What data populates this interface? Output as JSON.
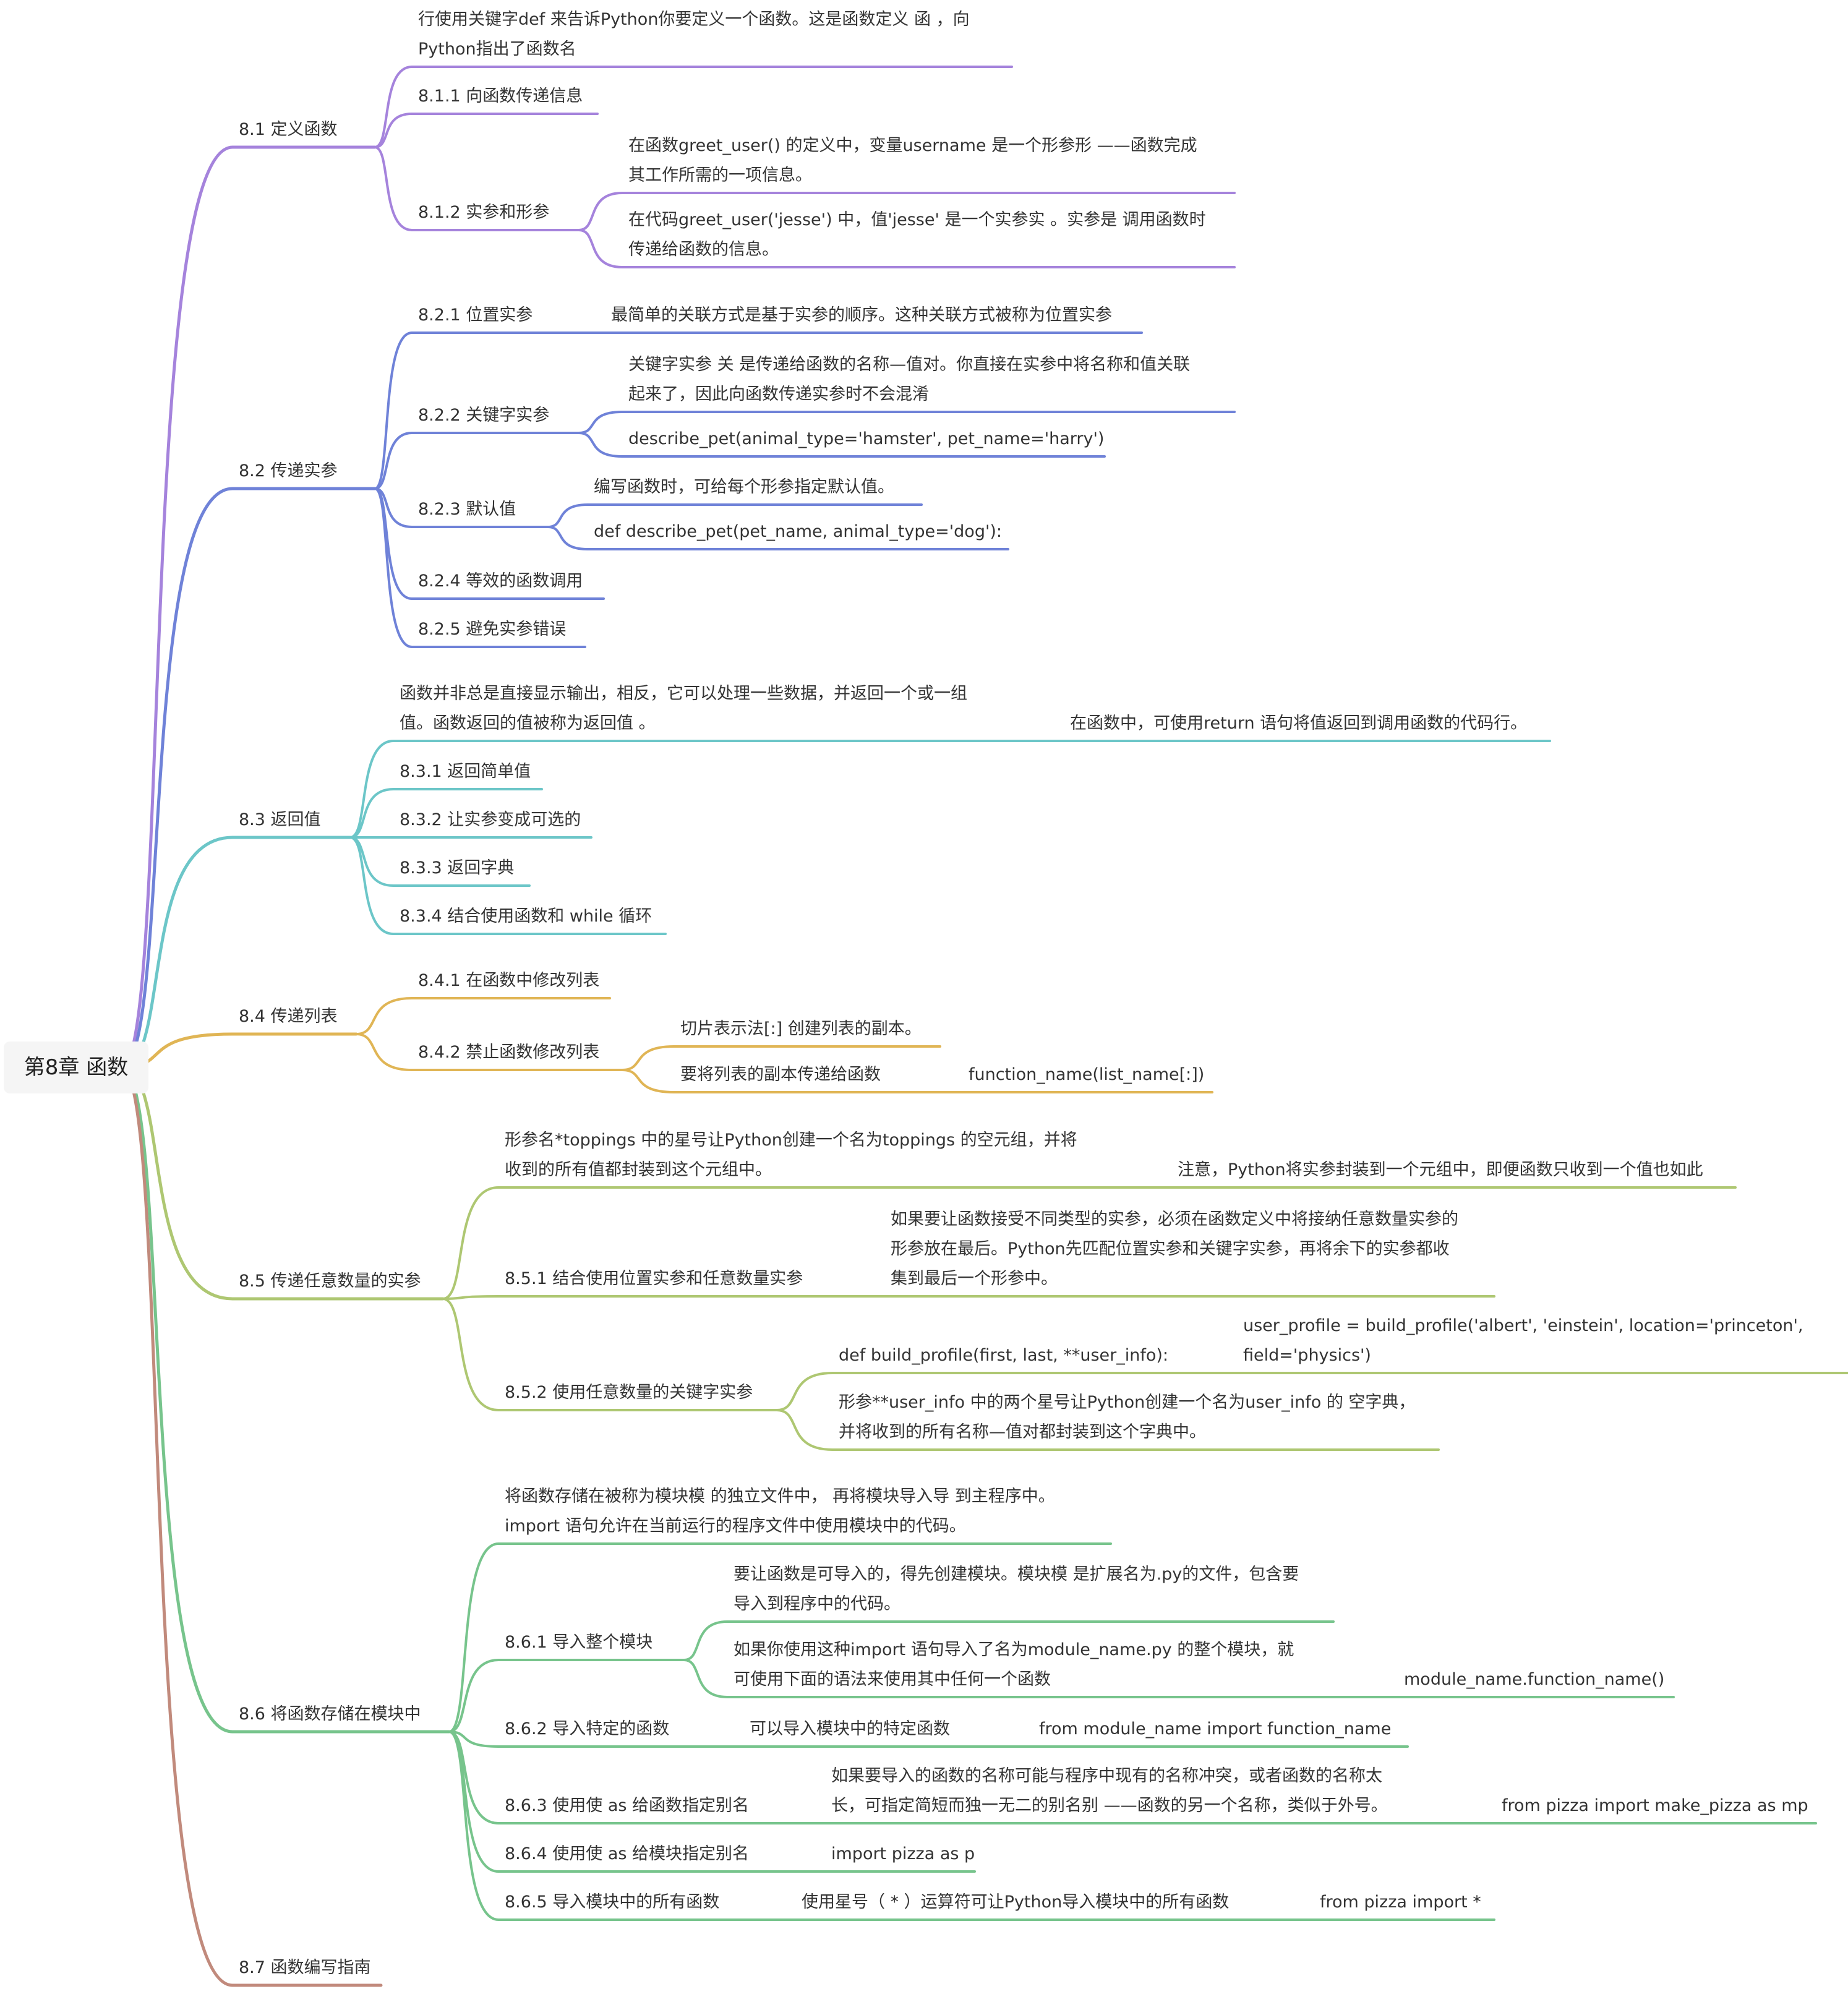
{
  "colors": {
    "s1": "#a583dc",
    "s2": "#6f82d8",
    "s3": "#6cc6c8",
    "s4": "#e0b555",
    "s5": "#aec772",
    "s6": "#77c48c",
    "s7": "#c18a7c"
  },
  "root": "第8章 函数",
  "nodes": [
    {
      "id": "s1",
      "text": "8.1 定义函数",
      "c": "s1"
    },
    {
      "id": "s1a",
      "text": "行使用关键字def 来告诉Python你要定义一个函数。这是函数定义 函 ，向\nPython指出了函数名",
      "c": "s1"
    },
    {
      "id": "s1b",
      "text": "8.1.1 向函数传递信息",
      "c": "s1"
    },
    {
      "id": "s1c",
      "text": "8.1.2 实参和形参",
      "c": "s1"
    },
    {
      "id": "s1c1",
      "text": "在函数greet_user() 的定义中，变量username 是一个形参形 ——函数完成\n其工作所需的一项信息。",
      "c": "s1"
    },
    {
      "id": "s1c2",
      "text": "在代码greet_user('jesse') 中，值'jesse' 是一个实参实 。实参是 调用函数时\n传递给函数的信息。",
      "c": "s1"
    },
    {
      "id": "s2",
      "text": "8.2 传递实参",
      "c": "s2"
    },
    {
      "id": "s2a",
      "text": "8.2.1 位置实参",
      "c": "s2"
    },
    {
      "id": "s2a1",
      "text": "最简单的关联方式是基于实参的顺序。这种关联方式被称为位置实参",
      "c": "s2"
    },
    {
      "id": "s2b",
      "text": "8.2.2 关键字实参",
      "c": "s2"
    },
    {
      "id": "s2b1",
      "text": "关键字实参 关 是传递给函数的名称—值对。你直接在实参中将名称和值关联\n起来了，因此向函数传递实参时不会混淆",
      "c": "s2"
    },
    {
      "id": "s2b2",
      "text": "describe_pet(animal_type='hamster', pet_name='harry')",
      "c": "s2"
    },
    {
      "id": "s2c",
      "text": "8.2.3 默认值",
      "c": "s2"
    },
    {
      "id": "s2c1",
      "text": "编写函数时，可给每个形参指定默认值。",
      "c": "s2"
    },
    {
      "id": "s2c2",
      "text": "def describe_pet(pet_name, animal_type='dog'):",
      "c": "s2"
    },
    {
      "id": "s2d",
      "text": "8.2.4 等效的函数调用",
      "c": "s2"
    },
    {
      "id": "s2e",
      "text": "8.2.5 避免实参错误",
      "c": "s2"
    },
    {
      "id": "s3",
      "text": "8.3 返回值",
      "c": "s3"
    },
    {
      "id": "s3a",
      "text": "函数并非总是直接显示输出，相反，它可以处理一些数据，并返回一个或一组\n值。函数返回的值被称为返回值 。",
      "c": "s3"
    },
    {
      "id": "s3a1",
      "text": "在函数中，可使用return 语句将值返回到调用函数的代码行。",
      "c": "s3"
    },
    {
      "id": "s3b",
      "text": "8.3.1 返回简单值",
      "c": "s3"
    },
    {
      "id": "s3c",
      "text": "8.3.2 让实参变成可选的",
      "c": "s3"
    },
    {
      "id": "s3d",
      "text": "8.3.3 返回字典",
      "c": "s3"
    },
    {
      "id": "s3e",
      "text": "8.3.4 结合使用函数和 while 循环",
      "c": "s3"
    },
    {
      "id": "s4",
      "text": "8.4 传递列表",
      "c": "s4"
    },
    {
      "id": "s4a",
      "text": "8.4.1 在函数中修改列表",
      "c": "s4"
    },
    {
      "id": "s4b",
      "text": "8.4.2 禁止函数修改列表",
      "c": "s4"
    },
    {
      "id": "s4b1",
      "text": "切片表示法[:] 创建列表的副本。",
      "c": "s4"
    },
    {
      "id": "s4b2",
      "text": "要将列表的副本传递给函数",
      "c": "s4"
    },
    {
      "id": "s4b2a",
      "text": "function_name(list_name[:])",
      "c": "s4"
    },
    {
      "id": "s5",
      "text": "8.5 传递任意数量的实参",
      "c": "s5"
    },
    {
      "id": "s5a",
      "text": "形参名*toppings 中的星号让Python创建一个名为toppings 的空元组，并将\n收到的所有值都封装到这个元组中。",
      "c": "s5"
    },
    {
      "id": "s5a1",
      "text": "注意，Python将实参封装到一个元组中，即便函数只收到一个值也如此",
      "c": "s5"
    },
    {
      "id": "s5b",
      "text": "8.5.1 结合使用位置实参和任意数量实参",
      "c": "s5"
    },
    {
      "id": "s5b1",
      "text": "如果要让函数接受不同类型的实参，必须在函数定义中将接纳任意数量实参的\n形参放在最后。Python先匹配位置实参和关键字实参，再将余下的实参都收\n集到最后一个形参中。",
      "c": "s5"
    },
    {
      "id": "s5c",
      "text": "8.5.2 使用任意数量的关键字实参",
      "c": "s5"
    },
    {
      "id": "s5c1",
      "text": "def build_profile(first, last, **user_info):",
      "c": "s5"
    },
    {
      "id": "s5c1a",
      "text": "user_profile = build_profile('albert', 'einstein', location='princeton',\nfield='physics')",
      "c": "s5"
    },
    {
      "id": "s5c2",
      "text": "形参**user_info 中的两个星号让Python创建一个名为user_info 的 空字典，\n并将收到的所有名称—值对都封装到这个字典中。",
      "c": "s5"
    },
    {
      "id": "s6",
      "text": "8.6 将函数存储在模块中",
      "c": "s6"
    },
    {
      "id": "s6a",
      "text": "将函数存储在被称为模块模 的独立文件中， 再将模块导入导 到主程序中。\nimport 语句允许在当前运行的程序文件中使用模块中的代码。",
      "c": "s6"
    },
    {
      "id": "s6b",
      "text": "8.6.1 导入整个模块",
      "c": "s6"
    },
    {
      "id": "s6b1",
      "text": "要让函数是可导入的，得先创建模块。模块模 是扩展名为.py的文件，包含要\n导入到程序中的代码。",
      "c": "s6"
    },
    {
      "id": "s6b2",
      "text": "如果你使用这种import 语句导入了名为module_name.py 的整个模块，就\n可使用下面的语法来使用其中任何一个函数",
      "c": "s6"
    },
    {
      "id": "s6b2a",
      "text": "module_name.function_name()",
      "c": "s6"
    },
    {
      "id": "s6c",
      "text": "8.6.2 导入特定的函数",
      "c": "s6"
    },
    {
      "id": "s6c1",
      "text": "可以导入模块中的特定函数",
      "c": "s6"
    },
    {
      "id": "s6c1a",
      "text": "from module_name import function_name",
      "c": "s6"
    },
    {
      "id": "s6d",
      "text": "8.6.3 使用使 as 给函数指定别名",
      "c": "s6"
    },
    {
      "id": "s6d1",
      "text": "如果要导入的函数的名称可能与程序中现有的名称冲突，或者函数的名称太\n长，可指定简短而独一无二的别名别 ——函数的另一个名称，类似于外号。",
      "c": "s6"
    },
    {
      "id": "s6d1a",
      "text": "from pizza import make_pizza as mp",
      "c": "s6"
    },
    {
      "id": "s6e",
      "text": "8.6.4 使用使 as 给模块指定别名",
      "c": "s6"
    },
    {
      "id": "s6e1",
      "text": "import pizza as p",
      "c": "s6"
    },
    {
      "id": "s6f",
      "text": "8.6.5 导入模块中的所有函数",
      "c": "s6"
    },
    {
      "id": "s6f1",
      "text": "使用星号（ * ）运算符可让Python导入模块中的所有函数",
      "c": "s6"
    },
    {
      "id": "s6f1a",
      "text": "from pizza import *",
      "c": "s6"
    },
    {
      "id": "s7",
      "text": "8.7 函数编写指南",
      "c": "s7"
    }
  ]
}
